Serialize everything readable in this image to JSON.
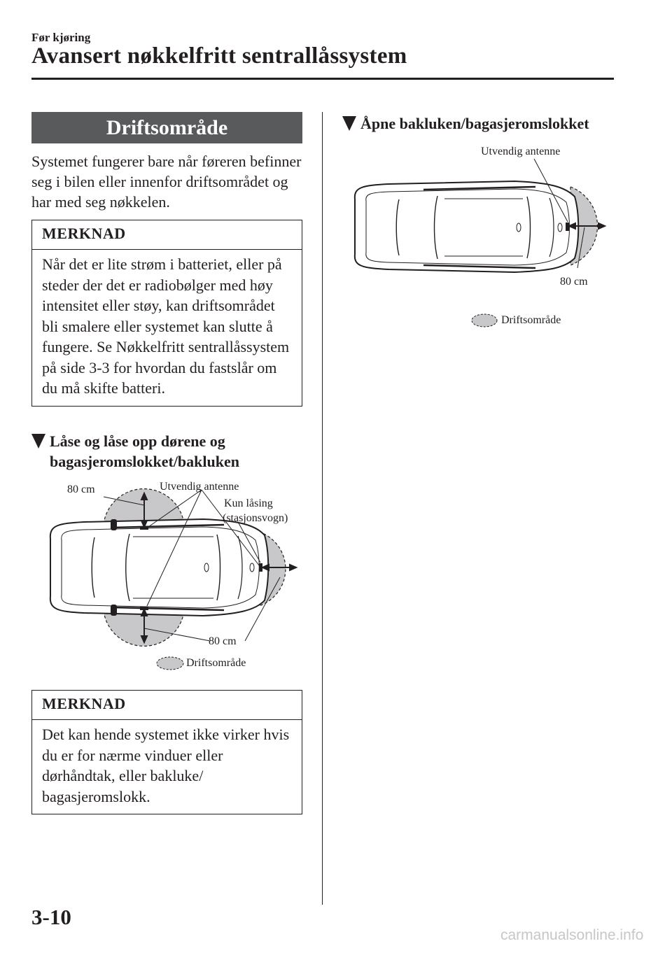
{
  "header": {
    "chapter": "Før kjøring",
    "title": "Avansert nøkkelfritt sentrallåssystem"
  },
  "section": {
    "title": "Driftsområde",
    "intro": "Systemet fungerer bare når føreren befinner seg i bilen eller innenfor driftsområdet og har med seg nøkkelen."
  },
  "note1": {
    "heading": "MERKNAD",
    "text": "Når det er lite strøm i batteriet, eller på steder der det er radiobølger med høy intensitet eller støy, kan driftsområdet bli smalere eller systemet kan slutte å fungere. Se Nøkkelfritt sentrallåssystem på side 3-3 for hvordan du fastslår om du må skifte batteri."
  },
  "sub1": {
    "heading_line1": "Låse og låse opp dørene og",
    "heading_line2": "bagasjeromslokket/bakluken",
    "fig": {
      "label_80cm_top": "80 cm",
      "label_antenna": "Utvendig antenne",
      "label_lock_only_1": "Kun låsing",
      "label_lock_only_2": "(stasjonsvogn)",
      "label_80cm_bottom": "80 cm",
      "legend": "Driftsområde"
    }
  },
  "note2": {
    "heading": "MERKNAD",
    "text": "Det kan hende systemet ikke virker hvis du er for nærme vinduer eller dørhåndtak, eller bakluke/ bagasjeromslokk."
  },
  "sub2": {
    "heading": "Åpne bakluken/bagasjeromslokket",
    "fig": {
      "label_antenna": "Utvendig antenne",
      "label_80cm": "80 cm",
      "legend": "Driftsområde"
    }
  },
  "footer": {
    "page_number": "3-10",
    "watermark": "carmanualsonline.info"
  },
  "colors": {
    "text": "#231f20",
    "banner": "#595a5c",
    "zone": "#c8c8ca",
    "watermark": "#c7c7c7"
  }
}
